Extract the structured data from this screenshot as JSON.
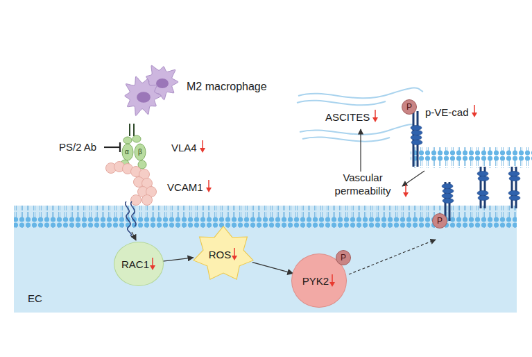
{
  "diagram": {
    "nodes": [
      {
        "text": [
          "EC"
        ]
      },
      {
        "text": [
          "RAC1"
        ],
        "in": 0
      },
      {
        "text": [
          "ROS"
        ],
        "in": 0
      },
      {
        "text": [
          "PYK2"
        ],
        "in": 0
      },
      {
        "text": [
          "P"
        ],
        "in": 3
      },
      {
        "text": [
          "P"
        ],
        "in": 0
      },
      {
        "text": [
          "P"
        ]
      }
    ],
    "edges": [
      {
        "from": 1,
        "to": 2,
        "arrow": "to"
      },
      {
        "from": 2,
        "to": 3,
        "arrow": "to"
      }
    ],
    "labels": [
      "M2 macrophage",
      "PS/2 Ab",
      "VLA4",
      "α",
      "β",
      "VCAM1",
      "ASCITES",
      "Vascular permeability",
      "p-VE-cad"
    ]
  }
}
